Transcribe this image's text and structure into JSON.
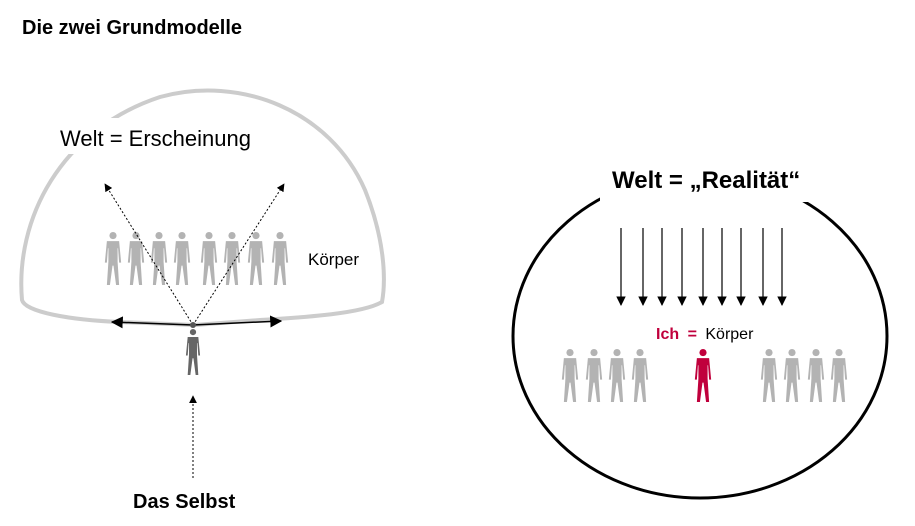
{
  "title": "Die zwei Grundmodelle",
  "left_model": {
    "label": "Welt = Erscheinung",
    "body_label": "Körper",
    "self_label": "Das Selbst",
    "figure_count": 8
  },
  "right_model": {
    "label": "Welt = „Realität“",
    "ich_label": "Ich",
    "equals": "=",
    "body_label": "Körper",
    "figure_count_left": 4,
    "figure_count_right": 4,
    "arrow_count": 9
  },
  "colors": {
    "dome": "#cccccc",
    "figure": "#b3b3b3",
    "self_figure": "#666666",
    "ich": "#c0003c"
  }
}
